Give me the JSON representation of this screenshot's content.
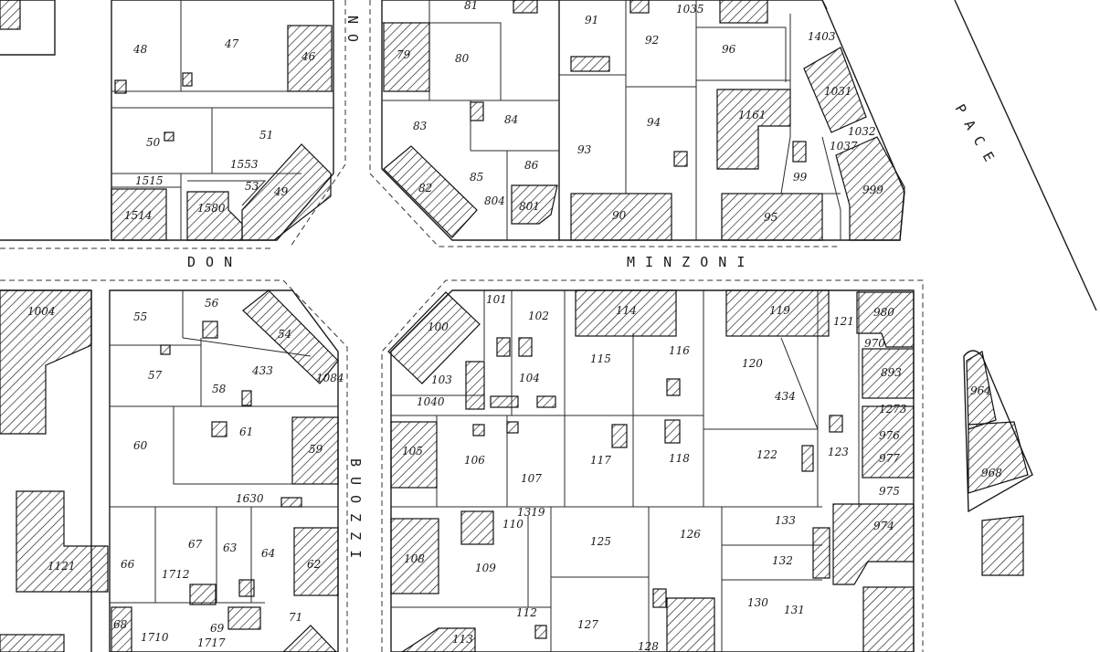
{
  "streets": {
    "don": "D O N",
    "minzoni": "M I N Z O N I",
    "buozzi": "B U O Z Z I",
    "top_vertical": "N O",
    "pace": "P A C E"
  },
  "parcels": [
    "48",
    "47",
    "46",
    "79",
    "80",
    "81",
    "91",
    "92",
    "1035",
    "96",
    "1403",
    "50",
    "51",
    "1553",
    "53",
    "49",
    "1515",
    "1514",
    "1580",
    "83",
    "84",
    "85",
    "86",
    "82",
    "804",
    "801",
    "93",
    "94",
    "1161",
    "1031",
    "1032",
    "1037",
    "99",
    "999",
    "90",
    "95",
    "1004",
    "55",
    "56",
    "54",
    "57",
    "433",
    "58",
    "1084",
    "60",
    "61",
    "59",
    "1630",
    "1121",
    "101",
    "102",
    "100",
    "103",
    "104",
    "1040",
    "105",
    "106",
    "107",
    "114",
    "115",
    "116",
    "117",
    "118",
    "119",
    "121",
    "980",
    "120",
    "434",
    "122",
    "123",
    "970",
    "893",
    "1273",
    "976",
    "977",
    "975",
    "974",
    "964",
    "968",
    "66",
    "67",
    "63",
    "64",
    "62",
    "1712",
    "68",
    "1710",
    "1717",
    "69",
    "71",
    "108",
    "109",
    "110",
    "1319",
    "112",
    "113",
    "125",
    "126",
    "127",
    "128",
    "130",
    "131",
    "132",
    "133"
  ]
}
